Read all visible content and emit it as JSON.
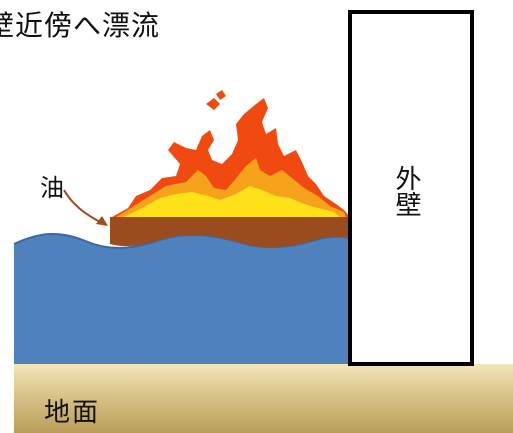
{
  "title": "壁近傍へ漂流",
  "labels": {
    "oil": "油",
    "wall": "外壁",
    "ground": "地面"
  },
  "colors": {
    "water": "#4f81bd",
    "oil_layer": "#9a4c1e",
    "ground": "#d9c48a",
    "wall": "#ffffff",
    "flame_outer": "#f14a10",
    "flame_mid": "#f7a21b",
    "flame_inner": "#ffe11a"
  }
}
